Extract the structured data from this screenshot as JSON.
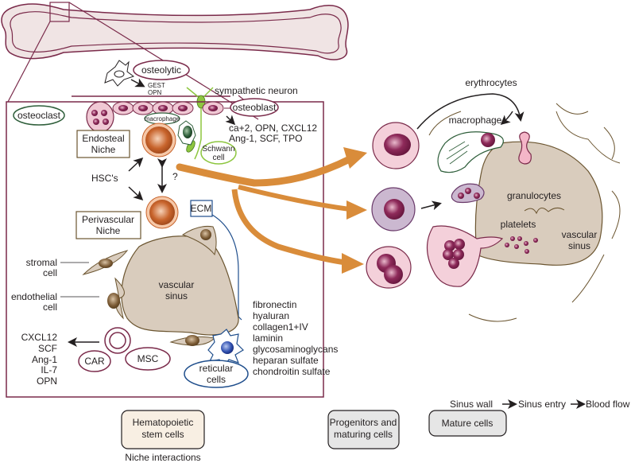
{
  "diagram": {
    "title": "Niche interactions",
    "bone": {
      "name": "long bone",
      "inset_label": ""
    },
    "top_labels": {
      "osteolytic": "osteolytic",
      "gest": "GEST",
      "opn": "OPN",
      "sympathetic_neuron": "sympathetic neuron",
      "osteoblast": "osteoblast",
      "osteoclast": "osteoclast",
      "macrophage": "macrophage",
      "osteoblast_factors_line1": "ca+2, OPN, CXCL12",
      "osteoblast_factors_line2": "Ang-1, SCF, TPO",
      "schwann_line1": "Schwann",
      "schwann_line2": "cell"
    },
    "niches": {
      "endosteal_line1": "Endosteal",
      "endosteal_line2": "Niche",
      "perivascular_line1": "Perivascular",
      "perivascular_line2": "Niche",
      "hsc": "HSC's",
      "question": "?"
    },
    "ecm": {
      "label": "ECM",
      "components": [
        "fibronectin",
        "hyaluran",
        "collagen1+IV",
        "laminin",
        "glycosaminoglycans",
        "heparan sulfate",
        "chondroitin sulfate"
      ]
    },
    "left_labels": {
      "stromal_line1": "stromal",
      "stromal_line2": "cell",
      "endothelial_line1": "endothelial",
      "endothelial_line2": "cell",
      "vascular_line1": "vascular",
      "vascular_line2": "sinus",
      "car": "CAR",
      "msc": "MSC",
      "reticular_line1": "reticular",
      "reticular_line2": "cells",
      "factors": [
        "CXCL12",
        "SCF",
        "Ang-1",
        "IL-7",
        "OPN"
      ]
    },
    "right_labels": {
      "erythrocytes": "erythrocytes",
      "macrophage": "macrophage",
      "granulocytes": "granulocytes",
      "platelets": "platelets",
      "vascular_line1": "vascular",
      "vascular_line2": "sinus"
    },
    "flow": {
      "steps": [
        "Sinus wall",
        "Sinus entry",
        "Blood flow"
      ]
    },
    "categories": {
      "hsc_line1": "Hematopoietic",
      "hsc_line2": "stem cells",
      "progenitors_line1": "Progenitors and",
      "progenitors_line2": "maturing cells",
      "mature": "Mature cells"
    },
    "colors": {
      "bone_fill": "#f0e4e4",
      "bone_stroke": "#7a2a4a",
      "niche_box": "#7a2a4a",
      "orange_arrow": "#d98c3a",
      "sinus_fill": "#d9ccbd",
      "sinus_stroke": "#6b5530",
      "ecm_blue": "#1f4e8c",
      "green": "#2e5e3a",
      "nerve_green": "#8dc63f",
      "hsc_fill": "#c8642c",
      "hsc_box_fill": "#f8efe3",
      "gray_box_fill": "#e6e6e6"
    }
  }
}
